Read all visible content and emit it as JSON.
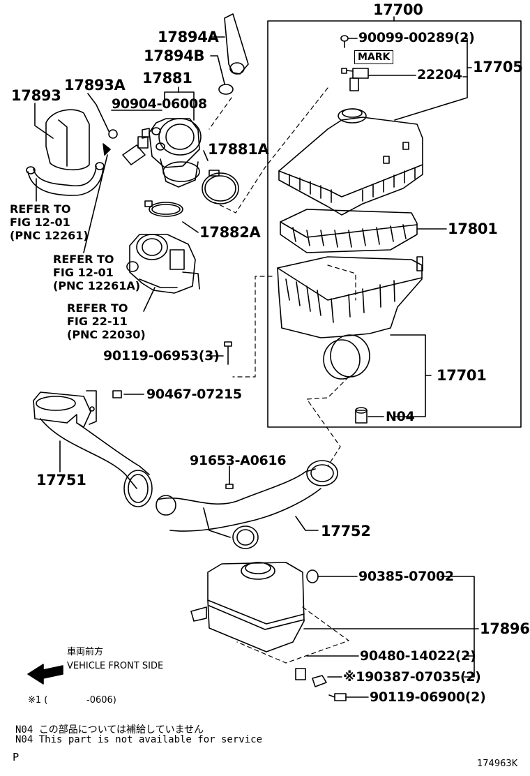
{
  "parts": {
    "p17700": "17700",
    "p90099": "90099-00289(2)",
    "mark": "MARK",
    "p22204": "22204",
    "p17705": "17705",
    "p17894A": "17894A",
    "p17894B": "17894B",
    "p17893A": "17893A",
    "p17881": "17881",
    "p17893": "17893",
    "p90904": "90904-06008",
    "p17881A": "17881A",
    "p17882A": "17882A",
    "p17801": "17801",
    "p90119_06953": "90119-06953(3)",
    "p17701": "17701",
    "p90467": "90467-07215",
    "pN04": "N04",
    "p17751": "17751",
    "p91653": "91653-A0616",
    "p17752": "17752",
    "p90385": "90385-07002",
    "p17896": "17896",
    "p90480": "90480-14022(2)",
    "p90387": "※190387-07035(2)",
    "p90119_06900": "90119-06900(2)"
  },
  "refs": {
    "ref1": [
      "REFER TO",
      "FIG 12-01",
      "(PNC 12261)"
    ],
    "ref2": [
      "REFER TO",
      "FIG 12-01",
      "(PNC 12261A)"
    ],
    "ref3": [
      "REFER TO",
      "FIG 22-11",
      "(PNC 22030)"
    ]
  },
  "front": {
    "jp": "車両前方",
    "en": "VEHICLE FRONT SIDE"
  },
  "footnote": {
    "marker": "※1 (",
    "range": "-0606)"
  },
  "notes": {
    "line1": "N04 この部品については補給していません",
    "line2": "N04 This part is not available for service"
  },
  "page_code": "P",
  "figure_id": "174963K"
}
